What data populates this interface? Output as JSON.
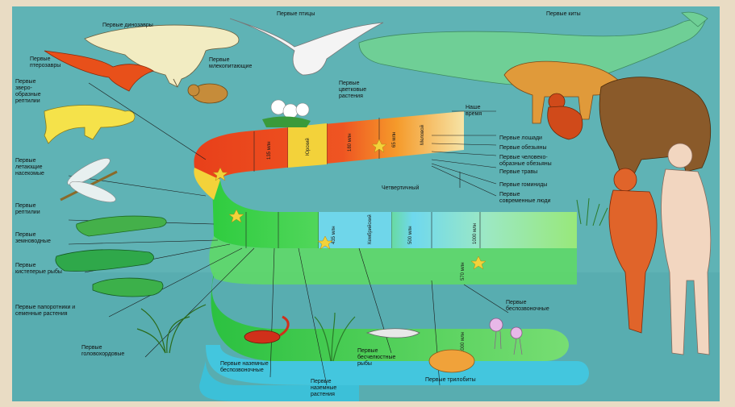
{
  "labels": {
    "first_dinosaurs": "Первые динозавры",
    "first_birds": "Первые птицы",
    "first_whales": "Первые киты",
    "first_pterosaurs": "Первые\nптерозавры",
    "first_mammals": "Первые\nмлекопитающие",
    "first_beast_like_reptiles": "Первые\nзверо-\nобразные\nрептилии",
    "first_flowering_plants": "Первые\nцветковые\nрастения",
    "our_time": "Наше\nвремя",
    "first_horses": "Первые лошади",
    "first_monkeys": "Первые обезьяны",
    "first_apes": "Первые человеко-\nобразные обезьяны",
    "first_grasses": "Первые травы",
    "first_hominids": "Первые гоминиды",
    "modern_humans": "Первые\nсовременные люди",
    "quaternary": "Четвертичный",
    "first_flying_insects": "Первые\nлетающие\nнасекомые",
    "first_reptiles": "Первые\nрептилии",
    "first_amphibians": "Первые\nземноводные",
    "first_lobe_finned_fish": "Первые\nкистеперые рыбы",
    "first_ferns_seed_plants": "Первые папоротники и\nсеменные растения",
    "first_cephalochordates": "Первые\nголовохордовые",
    "first_land_invertebrates": "Первые наземные\nбеспозвоночные",
    "first_land_plants": "Первые\nназемные\nрастения",
    "first_jawless_fish": "Первые\nбесчелюстные\nрыбы",
    "first_trilobites": "Первые трилобиты",
    "first_invertebrates": "Первые\nбеспозвоночные"
  },
  "bands": {
    "b1": "135 млн",
    "b2": "Юрский",
    "b3": "180 млн",
    "b4": "65 млн",
    "b5": "Меловой",
    "b6": "1000 млн",
    "b7": "435 млн",
    "b8": "500 млн",
    "b9": "Кембрийский",
    "b10": "570 млн",
    "b11": "2000 млн"
  },
  "colors": {
    "water": "#5fb3b5",
    "frame": "#e9dcc4",
    "ribbon_red": "#e8401a",
    "ribbon_orange": "#f59a2a",
    "ribbon_yellow": "#f3d23a",
    "ribbon_green": "#33cc44",
    "ribbon_lightgreen": "#7fe07a",
    "ribbon_cyan": "#5fd6e8",
    "ribbon_lightblue": "#8fe6f2"
  }
}
